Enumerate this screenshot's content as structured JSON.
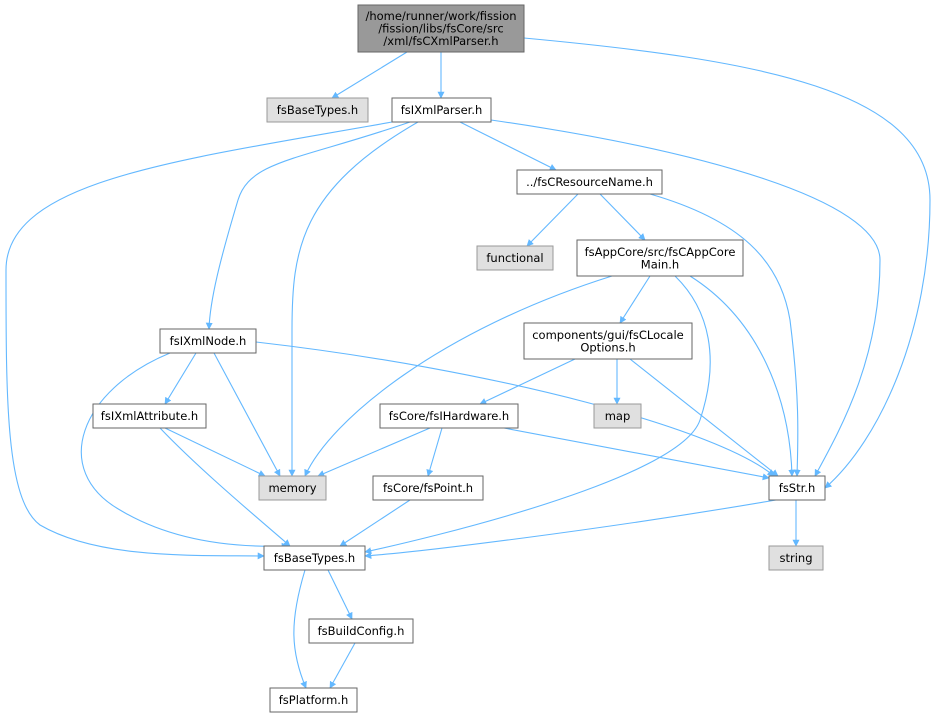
{
  "colors": {
    "edge": "#63b8ff",
    "root_fill": "#999999",
    "root_stroke": "#666666",
    "node_fill": "#ffffff",
    "node_stroke": "#666666",
    "external_fill": "#e0e0e0",
    "external_stroke": "#999999"
  },
  "nodes": [
    {
      "id": "root",
      "lines": [
        "/home/runner/work/fission",
        "/fission/libs/fsCore/src",
        "/xml/fsCXmlParser.h"
      ],
      "kind": "root"
    },
    {
      "id": "fsbasetypes_top",
      "lines": [
        "fsBaseTypes.h"
      ],
      "kind": "external"
    },
    {
      "id": "fsixmlparser",
      "lines": [
        "fsIXmlParser.h"
      ],
      "kind": "normal"
    },
    {
      "id": "fscresourcename",
      "lines": [
        "../fsCResourceName.h"
      ],
      "kind": "normal"
    },
    {
      "id": "functional",
      "lines": [
        "functional"
      ],
      "kind": "external"
    },
    {
      "id": "fscappcoremain",
      "lines": [
        "fsAppCore/src/fsCAppCore",
        "Main.h"
      ],
      "kind": "normal"
    },
    {
      "id": "fsixmlnode",
      "lines": [
        "fsIXmlNode.h"
      ],
      "kind": "normal"
    },
    {
      "id": "fsclocaleoptions",
      "lines": [
        "components/gui/fsCLocale",
        "Options.h"
      ],
      "kind": "normal"
    },
    {
      "id": "fsixmlattribute",
      "lines": [
        "fsIXmlAttribute.h"
      ],
      "kind": "normal"
    },
    {
      "id": "fsihardware",
      "lines": [
        "fsCore/fsIHardware.h"
      ],
      "kind": "normal"
    },
    {
      "id": "map",
      "lines": [
        "map"
      ],
      "kind": "external"
    },
    {
      "id": "memory",
      "lines": [
        "memory"
      ],
      "kind": "external"
    },
    {
      "id": "fspoint",
      "lines": [
        "fsCore/fsPoint.h"
      ],
      "kind": "normal"
    },
    {
      "id": "fsstr",
      "lines": [
        "fsStr.h"
      ],
      "kind": "normal"
    },
    {
      "id": "fsbasetypes",
      "lines": [
        "fsBaseTypes.h"
      ],
      "kind": "normal"
    },
    {
      "id": "string",
      "lines": [
        "string"
      ],
      "kind": "external"
    },
    {
      "id": "fsbuildconfig",
      "lines": [
        "fsBuildConfig.h"
      ],
      "kind": "normal"
    },
    {
      "id": "fsplatform",
      "lines": [
        "fsPlatform.h"
      ],
      "kind": "normal"
    }
  ],
  "edges": [
    [
      "root",
      "fsbasetypes_top"
    ],
    [
      "root",
      "fsixmlparser"
    ],
    [
      "root",
      "fsstr"
    ],
    [
      "fsixmlparser",
      "fscresourcename"
    ],
    [
      "fsixmlparser",
      "fsixmlnode"
    ],
    [
      "fsixmlparser",
      "memory"
    ],
    [
      "fsixmlparser",
      "fsbasetypes"
    ],
    [
      "fsixmlparser",
      "fsstr"
    ],
    [
      "fscresourcename",
      "functional"
    ],
    [
      "fscresourcename",
      "fscappcoremain"
    ],
    [
      "fscresourcename",
      "fsstr"
    ],
    [
      "fscappcoremain",
      "fsclocaleoptions"
    ],
    [
      "fscappcoremain",
      "memory"
    ],
    [
      "fscappcoremain",
      "fsbasetypes"
    ],
    [
      "fscappcoremain",
      "fsstr"
    ],
    [
      "fsixmlnode",
      "fsixmlattribute"
    ],
    [
      "fsixmlnode",
      "memory"
    ],
    [
      "fsixmlnode",
      "fsbasetypes"
    ],
    [
      "fsixmlnode",
      "fsstr"
    ],
    [
      "fsclocaleoptions",
      "fsihardware"
    ],
    [
      "fsclocaleoptions",
      "map"
    ],
    [
      "fsclocaleoptions",
      "fsstr"
    ],
    [
      "fsixmlattribute",
      "memory"
    ],
    [
      "fsixmlattribute",
      "fsbasetypes"
    ],
    [
      "fsihardware",
      "memory"
    ],
    [
      "fsihardware",
      "fspoint"
    ],
    [
      "fsihardware",
      "fsstr"
    ],
    [
      "fspoint",
      "fsbasetypes"
    ],
    [
      "fsstr",
      "fsbasetypes"
    ],
    [
      "fsstr",
      "string"
    ],
    [
      "fsbasetypes",
      "fsbuildconfig"
    ],
    [
      "fsbasetypes",
      "fsplatform"
    ],
    [
      "fsbuildconfig",
      "fsplatform"
    ]
  ]
}
